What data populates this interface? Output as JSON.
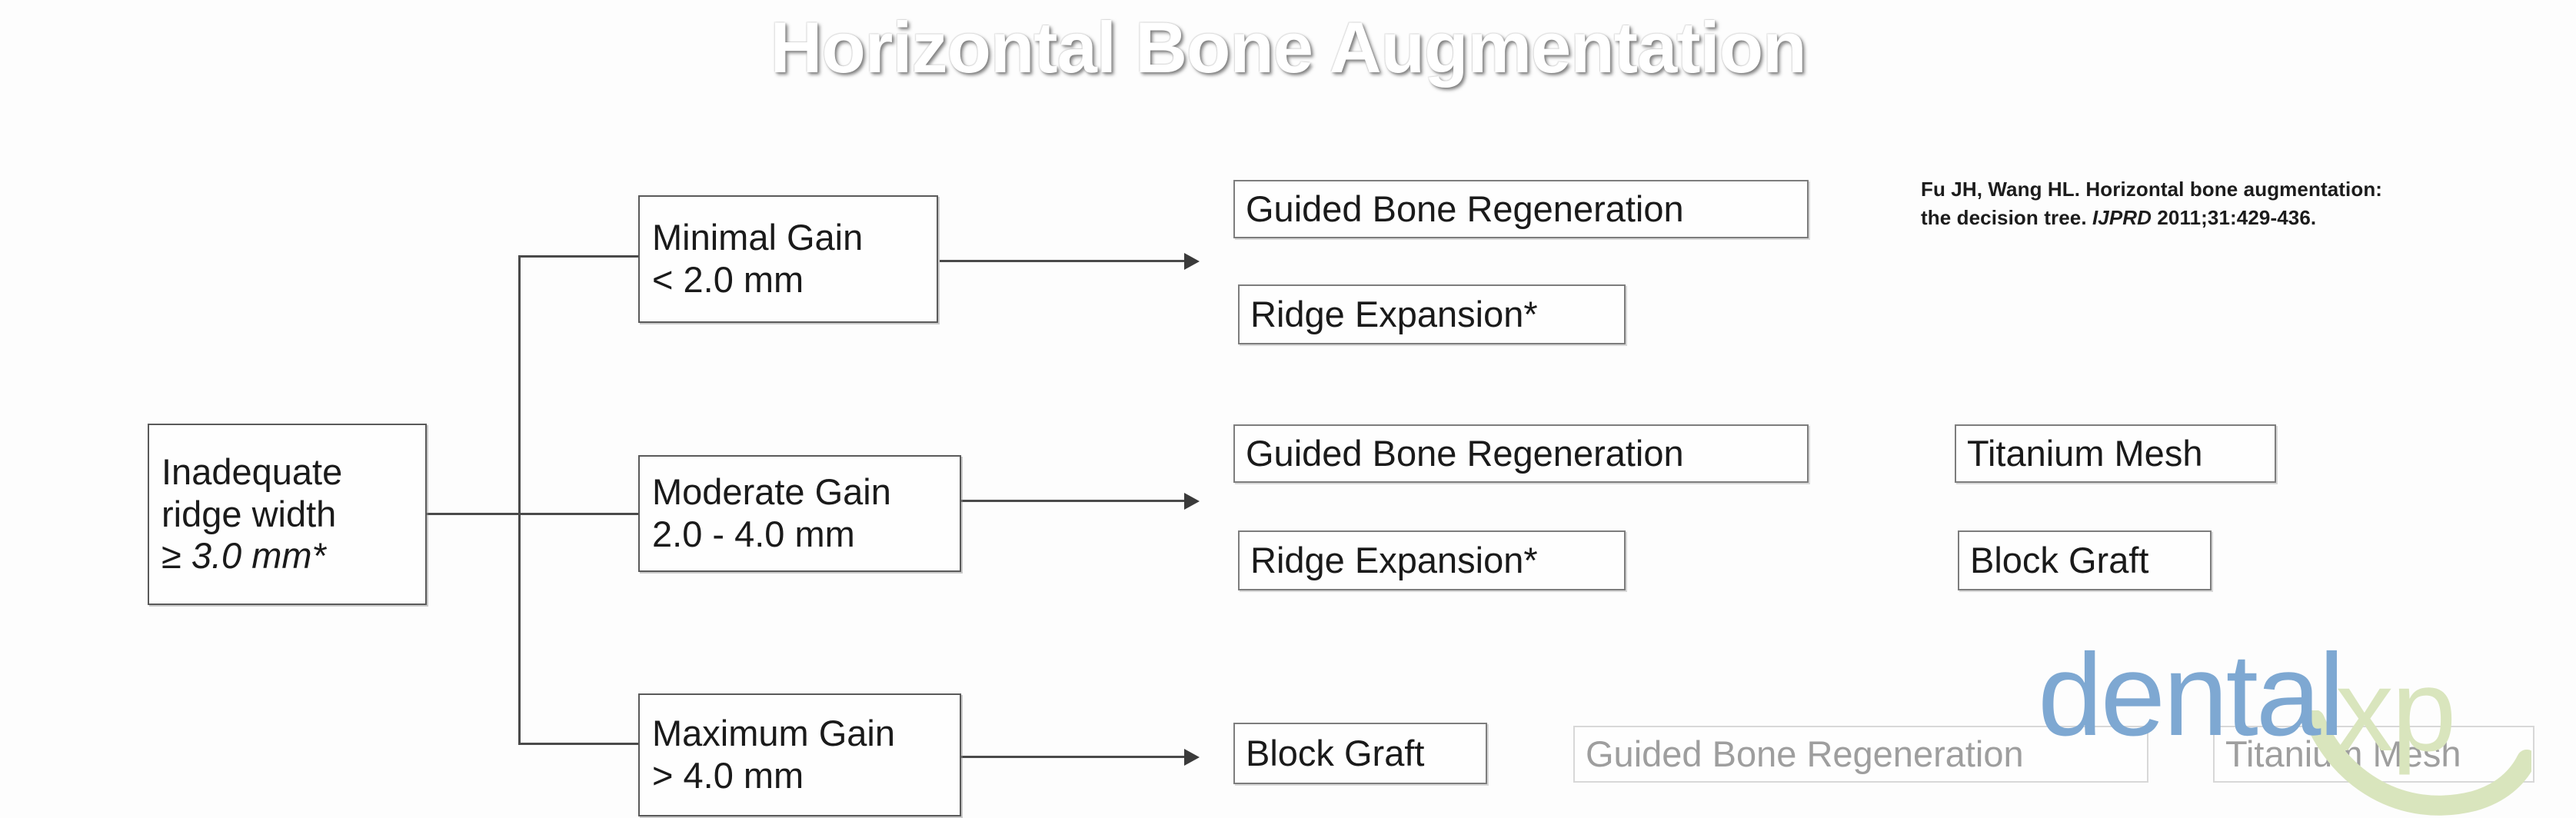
{
  "slide": {
    "title": "Horizontal Bone Augmentation",
    "background_color": "#fdfdfd",
    "title_color": "#ffffff"
  },
  "citation": {
    "authors_and_title": "Fu JH, Wang HL. Horizontal bone augmentation:",
    "line2_prefix": "the decision tree. ",
    "journal": "IJPRD",
    "line2_suffix": " 2011;31:429-436."
  },
  "diagram": {
    "root": {
      "line1": "Inadequate",
      "line2": "ridge width",
      "line3": "≥ 3.0 mm*"
    },
    "branches": [
      {
        "id": "minimal",
        "label_line1": "Minimal Gain",
        "label_line2": "< 2.0 mm",
        "treatments": [
          {
            "label": "Guided Bone Regeneration",
            "faded": false
          },
          {
            "label": "Ridge Expansion*",
            "faded": false
          }
        ],
        "extra_treatments": []
      },
      {
        "id": "moderate",
        "label_line1": "Moderate Gain",
        "label_line2": "2.0 - 4.0 mm",
        "treatments": [
          {
            "label": "Guided Bone Regeneration",
            "faded": false
          },
          {
            "label": "Ridge Expansion*",
            "faded": false
          }
        ],
        "extra_treatments": [
          {
            "label": "Titanium Mesh",
            "faded": false
          },
          {
            "label": "Block Graft",
            "faded": false
          }
        ]
      },
      {
        "id": "maximum",
        "label_line1": "Maximum Gain",
        "label_line2": "> 4.0 mm",
        "treatments": [
          {
            "label": "Block Graft",
            "faded": false
          },
          {
            "label": "Guided Bone Regeneration",
            "faded": true
          }
        ],
        "extra_treatments": [
          {
            "label": "Titanium Mesh",
            "faded": true
          }
        ]
      }
    ]
  },
  "watermark": {
    "word1": "dental",
    "word2": "xp",
    "word1_color": "#7ea8d2",
    "word2_color": "#d9e5bd",
    "swoosh_color": "#d9e5bd"
  }
}
